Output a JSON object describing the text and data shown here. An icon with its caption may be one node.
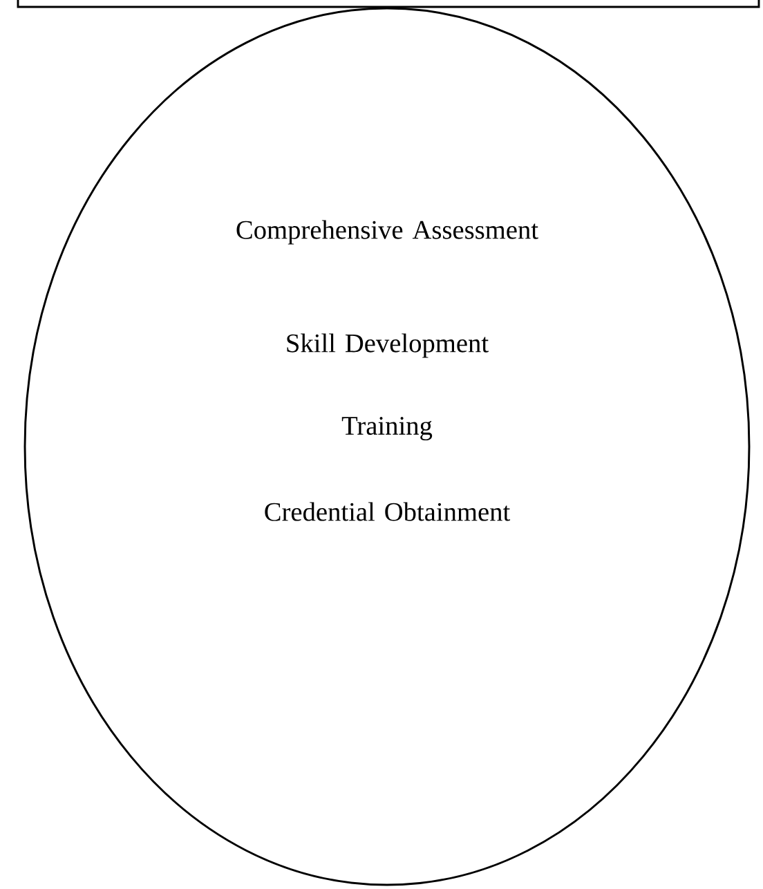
{
  "diagram": {
    "nodes": [
      {
        "text": [],
        "shape": "box"
      },
      {
        "text": [
          "Comprehensive Assessment",
          "Skill Development",
          "Training",
          "Credential Obtainment"
        ]
      }
    ]
  }
}
